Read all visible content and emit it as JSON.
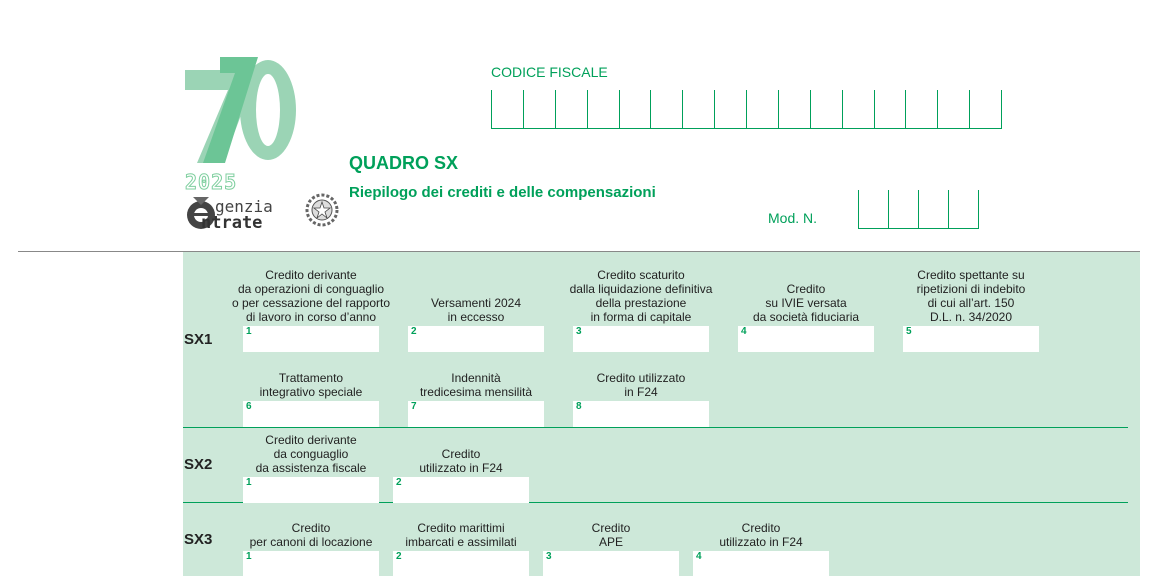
{
  "header": {
    "logo_number": "70",
    "logo_year": "2025",
    "agency_line1": "genzia",
    "agency_line2": "ntrate",
    "codice_fiscale_label": "CODICE FISCALE",
    "title": "QUADRO SX",
    "subtitle": "Riepilogo dei crediti e delle compensazioni",
    "mod_n_label": "Mod. N."
  },
  "colors": {
    "accent": "#00a05a",
    "panel": "#cde8d9"
  },
  "sections": {
    "sx1": {
      "label": "SX1",
      "fields": [
        {
          "num": "1",
          "label": "Credito derivante\nda operazioni di conguaglio\no per cessazione del rapporto\ndi lavoro in corso d’anno"
        },
        {
          "num": "2",
          "label": "Versamenti 2024\nin eccesso"
        },
        {
          "num": "3",
          "label": "Credito scaturito\ndalla liquidazione definitiva\ndella prestazione\nin forma di capitale"
        },
        {
          "num": "4",
          "label": "Credito\nsu IVIE versata\nda società fiduciaria"
        },
        {
          "num": "5",
          "label": "Credito spettante su\nripetizioni di indebito\ndi cui all’art. 150\nD.L. n. 34/2020"
        },
        {
          "num": "6",
          "label": "Trattamento\nintegrativo speciale"
        },
        {
          "num": "7",
          "label": "Indennità\ntredicesima mensilità"
        },
        {
          "num": "8",
          "label": "Credito utilizzato\nin F24"
        }
      ]
    },
    "sx2": {
      "label": "SX2",
      "fields": [
        {
          "num": "1",
          "label": "Credito derivante\nda conguaglio\nda assistenza fiscale"
        },
        {
          "num": "2",
          "label": "Credito\nutilizzato in F24"
        }
      ]
    },
    "sx3": {
      "label": "SX3",
      "fields": [
        {
          "num": "1",
          "label": "Credito\nper canoni di locazione"
        },
        {
          "num": "2",
          "label": "Credito marittimi\nimbarcati e assimilati"
        },
        {
          "num": "3",
          "label": "Credito\nAPE"
        },
        {
          "num": "4",
          "label": "Credito\nutilizzato in F24"
        }
      ]
    }
  }
}
